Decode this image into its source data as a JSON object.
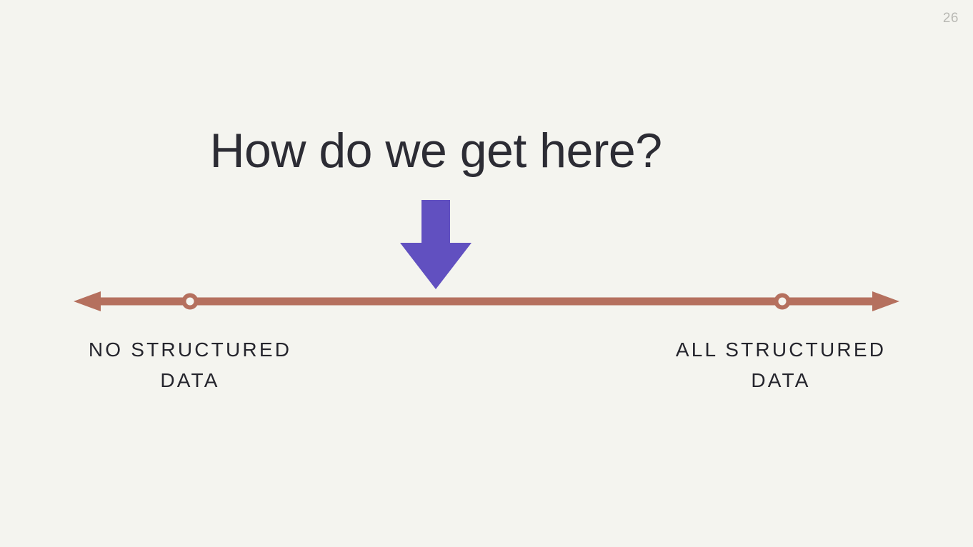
{
  "slide": {
    "page_number": "26",
    "background_color": "#F4F4EF",
    "title": "How do we get here?",
    "title_color": "#2C2C34"
  },
  "pointer": {
    "name": "down-arrow",
    "color": "#6150C0",
    "direction": "down"
  },
  "spectrum": {
    "line_color": "#B5705E",
    "marker_fill": "#F4F4EF",
    "left_arrow_icon": "arrow-left-icon",
    "right_arrow_icon": "arrow-right-icon",
    "labels": {
      "left_line1": "NO STRUCTURED",
      "left_line2": "DATA",
      "right_line1": "ALL STRUCTURED",
      "right_line2": "DATA"
    }
  }
}
